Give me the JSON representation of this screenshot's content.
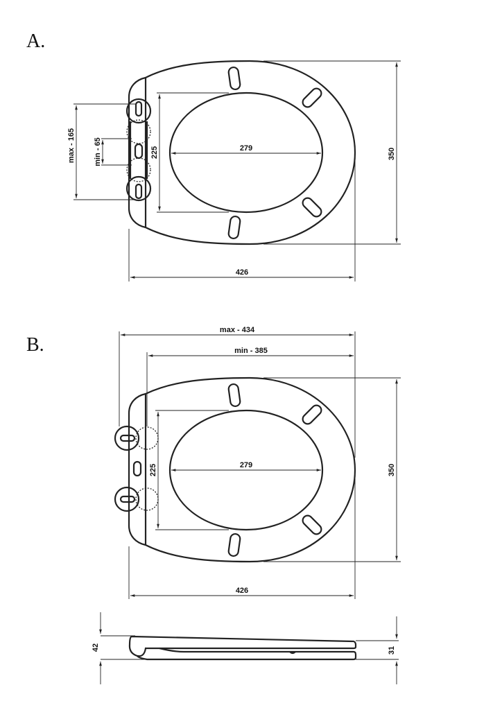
{
  "views": {
    "a": {
      "label": "A.",
      "dims": {
        "width": "426",
        "depth": "350",
        "inner_width": "279",
        "inner_depth": "225",
        "hinge_max": "max - 165",
        "hinge_min": "min - 65"
      }
    },
    "b": {
      "label": "B.",
      "dims": {
        "width": "426",
        "depth": "350",
        "inner_width": "279",
        "inner_depth": "225",
        "span_max": "max - 434",
        "span_min": "min - 385"
      }
    },
    "side": {
      "dims": {
        "rear_height": "42",
        "front_height": "31"
      }
    }
  }
}
